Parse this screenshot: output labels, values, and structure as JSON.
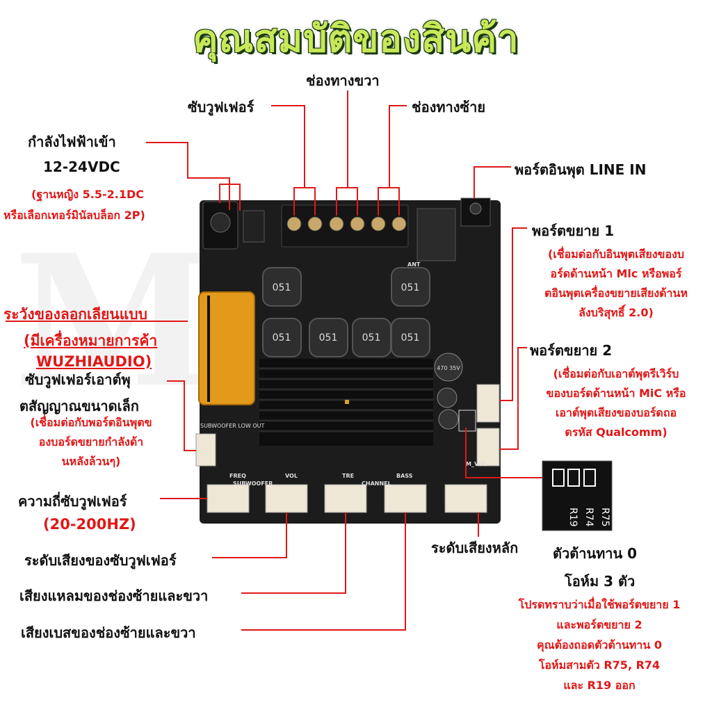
{
  "title": "คุณสมบัติของสินค้า",
  "labels": {
    "right_channel": "ช่องทางขวา",
    "subwoofer": "ซับวูฟเฟอร์",
    "left_channel": "ช่องทางซ้าย",
    "power_input": "กำลังไฟฟ้าเข้า",
    "voltage": "12-24VDC",
    "power_note_1": "(ฐานหญิง 5.5-2.1DC",
    "power_note_2": "หรือเลือกเทอร์มินัลบล็อก 2P)",
    "line_in": "พอร์ตอินพุต LINE IN",
    "expansion_1": "พอร์ตขยาย 1",
    "expansion_1_note": [
      "(เชื่อมต่อกับอินพุตเสียงของบ",
      "อร์ดด้านหน้า Mlc หรือพอร์",
      "ตอินพุตเครื่องขยายเสียงด้านห",
      "ลังบริสุทธิ์ 2.0)"
    ],
    "counterfeit_1": "ระวังของลอกเลียนแบบ",
    "counterfeit_2": "(มีเครื่องหมายการค้า",
    "counterfeit_3": "WUZHIAUDIO)",
    "expansion_2": "พอร์ตขยาย 2",
    "expansion_2_note": [
      "(เชื่อมต่อกับเอาต์พุตรีเวิร์บ",
      "ของบอร์ดด้านหน้า MiC หรือ",
      "เอาต์พุตเสียงของบอร์ดถอ",
      "ดรหัส Qualcomm)"
    ],
    "sub_out_1": "ซับวูฟเฟอร์เอาต์พุ",
    "sub_out_2": "ตสัญญาณขนาดเล็ก",
    "sub_out_note": [
      "(เชื่อมต่อกับพอร์ตอินพุตข",
      "องบอร์ดขยายกำลังด้า",
      "นหลังล้วนๆ)"
    ],
    "sub_freq": "ความถี่ซับวูฟเฟอร์",
    "sub_freq_range": "(20-200HZ)",
    "master_vol": "ระดับเสียงหลัก",
    "resistor_1": "ตัวต้านทาน 0",
    "resistor_2": "โอห์ม 3 ตัว",
    "sub_vol": "ระดับเสียงของซับวูฟเฟอร์",
    "treble": "เสียงแหลมของช่องซ้ายและขวา",
    "bass": "เสียงเบสของช่องซ้ายและขวา",
    "notice": [
      "โปรดทราบว่าเมื่อใช้พอร์ตขยาย 1",
      "และพอร์ตขยาย 2",
      "คุณต้องถอดตัวต้านทาน 0",
      "โอห์มสามตัว R75, R74",
      "และ R19 ออก"
    ]
  },
  "board_silk": {
    "sub_low_out": "SUBWOOFER LOW OUT",
    "freq": "FREQ",
    "subwoofer": "SUBWOOFER",
    "vol": "VOL",
    "tre": "TRE",
    "channel": "CHANNEL",
    "bass": "BASS",
    "m_vol": "M_VOL",
    "ant": "ANT",
    "cap": "470 35V",
    "r75": "R75",
    "r74": "R74",
    "r19": "R19"
  },
  "colors": {
    "accent_red": "#e01818",
    "title_green": "#c8e85a",
    "pcb": "#1c1c1c"
  }
}
